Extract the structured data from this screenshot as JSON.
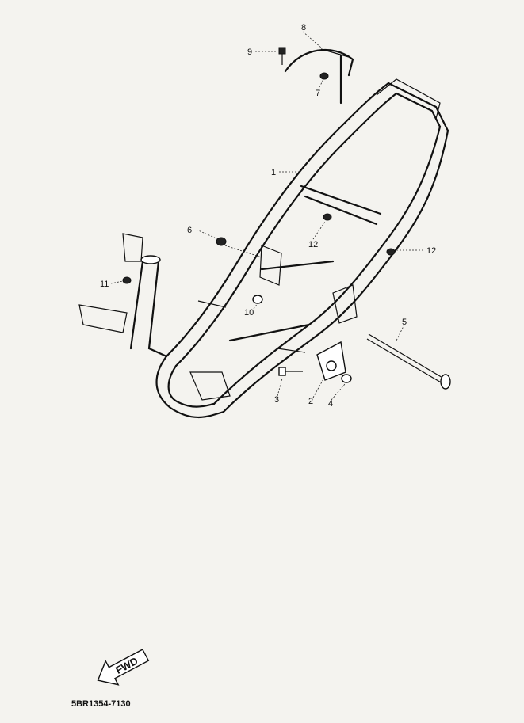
{
  "diagram": {
    "callouts": [
      {
        "id": "c1",
        "text": "1"
      },
      {
        "id": "c2",
        "text": "2"
      },
      {
        "id": "c3",
        "text": "3"
      },
      {
        "id": "c4",
        "text": "4"
      },
      {
        "id": "c5",
        "text": "5"
      },
      {
        "id": "c6",
        "text": "6"
      },
      {
        "id": "c7",
        "text": "7"
      },
      {
        "id": "c8",
        "text": "8"
      },
      {
        "id": "c9",
        "text": "9"
      },
      {
        "id": "c10",
        "text": "10"
      },
      {
        "id": "c11",
        "text": "11"
      },
      {
        "id": "c12a",
        "text": "12"
      },
      {
        "id": "c12b",
        "text": "12"
      }
    ],
    "fwd_label": "FWD",
    "diagram_code": "5BR1354-7130"
  }
}
